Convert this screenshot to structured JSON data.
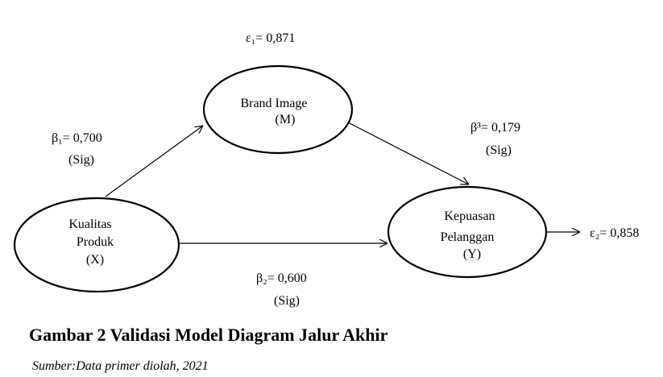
{
  "nodes": {
    "x": {
      "line1": "Kualitas",
      "line2": "Produk",
      "line3": "(X)"
    },
    "m": {
      "line1": "Brand Image",
      "line2": "(M)"
    },
    "y": {
      "line1": "Kepuasan",
      "line2": "Pelanggan",
      "line3": "(Y)"
    }
  },
  "paths": {
    "x_to_m": {
      "coef": "β₁= 0,700",
      "sig": "(Sig)"
    },
    "m_to_y": {
      "coef": "β³= 0,179",
      "sig": "(Sig)"
    },
    "x_to_y": {
      "coef": "β₂= 0,600",
      "sig": "(Sig)"
    }
  },
  "errors": {
    "e1": "ε₁= 0,871",
    "e2": "ε₂= 0,858"
  },
  "caption": "Gambar 2 Validasi Model Diagram Jalur Akhir",
  "source": "Sumber:Data primer diolah, 2021"
}
